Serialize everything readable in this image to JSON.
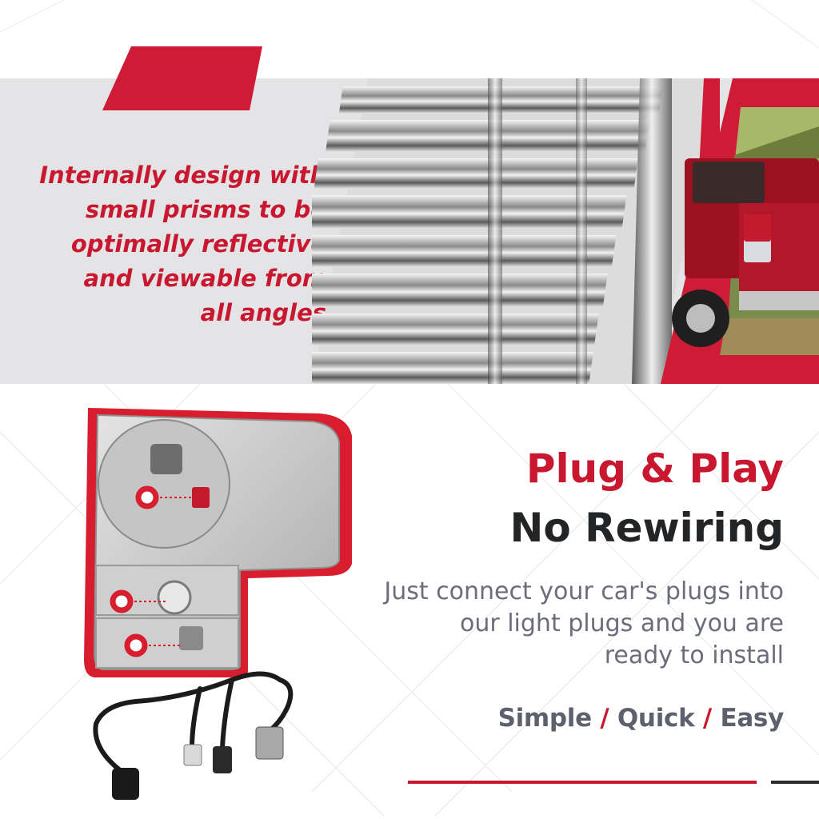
{
  "headline": {
    "lines": [
      "Internally design with",
      "small prisms to be",
      "optimally reflective",
      "and viewable from",
      "all angles"
    ]
  },
  "plug": {
    "title": "Plug & Play",
    "subtitle": "No Rewiring",
    "description": [
      "Just connect your car's plugs into",
      "our light plugs and you are",
      "ready to install"
    ],
    "tags": [
      "Simple",
      "Quick",
      "Easy"
    ],
    "separator": " / "
  },
  "colors": {
    "accent": "#c8172f",
    "dark": "#222426",
    "grey_text": "#6b6e7a",
    "band": "#e4e4e6"
  }
}
